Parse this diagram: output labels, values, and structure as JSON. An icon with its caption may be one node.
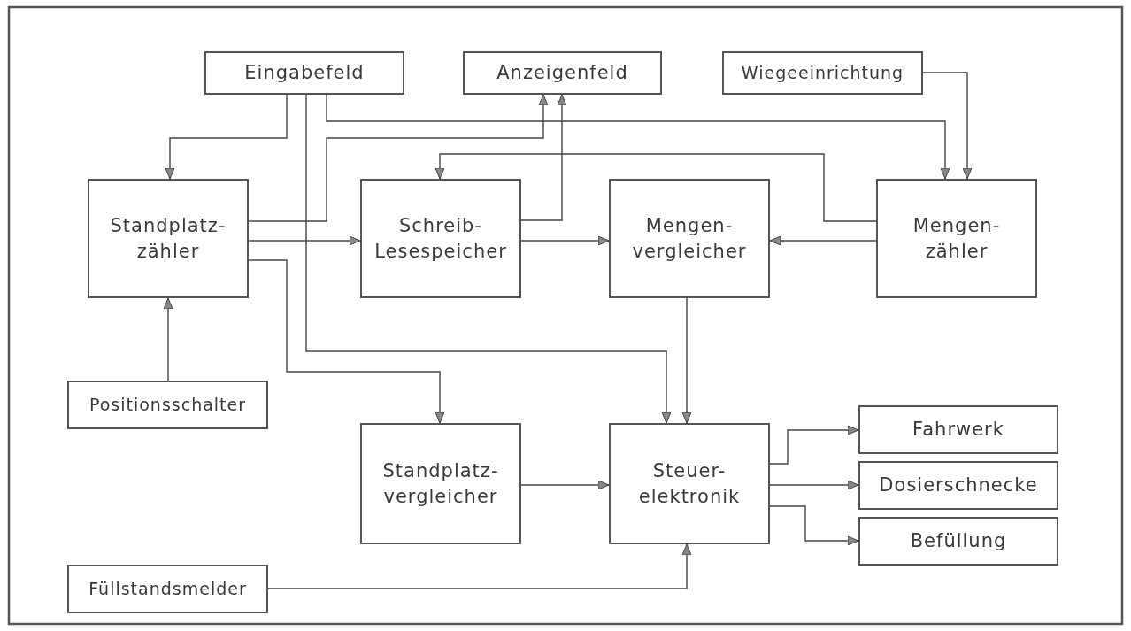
{
  "diagram": {
    "nodes": [
      {
        "text": [
          "Eingabefeld"
        ]
      },
      {
        "text": [
          "Anzeigenfeld"
        ]
      },
      {
        "text": [
          "Wiegeeinrichtung"
        ]
      },
      {
        "text": [
          "Standplatz- zähler"
        ]
      },
      {
        "text": [
          "Schreib- Lesespeicher"
        ]
      },
      {
        "text": [
          "Mengen- vergleicher"
        ]
      },
      {
        "text": [
          "Mengen- zähler"
        ]
      },
      {
        "text": [
          "Positionsschalter"
        ]
      },
      {
        "text": [
          "Standplatz- vergleicher"
        ]
      },
      {
        "text": [
          "Steuer- elektronik"
        ]
      },
      {
        "text": [
          "Fahrwerk"
        ]
      },
      {
        "text": [
          "Dosierschnecke"
        ]
      },
      {
        "text": [
          "Befüllung"
        ]
      },
      {
        "text": [
          "Füllstandsmelder"
        ]
      }
    ],
    "edges": [
      {
        "from": 0,
        "to": 3,
        "arrow": "to"
      },
      {
        "from": 0,
        "to": 9,
        "arrow": "to"
      },
      {
        "from": 0,
        "to": 6,
        "arrow": "to"
      },
      {
        "from": 2,
        "to": 6,
        "arrow": "to"
      },
      {
        "from": 3,
        "to": 1,
        "arrow": "to"
      },
      {
        "from": 4,
        "to": 1,
        "arrow": "to"
      },
      {
        "from": 3,
        "to": 4,
        "arrow": "to"
      },
      {
        "from": 3,
        "to": 8,
        "arrow": "to"
      },
      {
        "from": 6,
        "to": 4,
        "arrow": "to"
      },
      {
        "from": 4,
        "to": 5,
        "arrow": "to"
      },
      {
        "from": 6,
        "to": 5,
        "arrow": "to"
      },
      {
        "from": 7,
        "to": 3,
        "arrow": "to"
      },
      {
        "from": 5,
        "to": 9,
        "arrow": "to"
      },
      {
        "from": 8,
        "to": 9,
        "arrow": "to"
      },
      {
        "from": 13,
        "to": 9,
        "arrow": "to"
      },
      {
        "from": 9,
        "to": 10,
        "arrow": "to"
      },
      {
        "from": 9,
        "to": 11,
        "arrow": "to"
      },
      {
        "from": 9,
        "to": 12,
        "arrow": "to"
      }
    ]
  }
}
